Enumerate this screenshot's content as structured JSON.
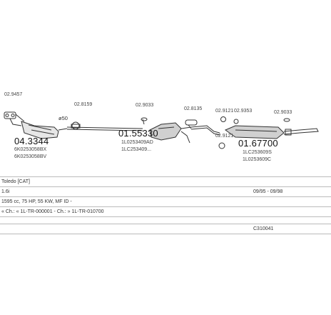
{
  "parts": {
    "refs": {
      "r1": "02.9457",
      "r2": "02.8159",
      "r3": "02.9033",
      "r4": "02.8135",
      "r5": "02.9121",
      "r6": "02.9353",
      "r7": "02.9033",
      "r8": "02.9121"
    },
    "diameter_label": "ø50",
    "cat": {
      "number": "04.3344",
      "oem1": "6K0253058BX",
      "oem2": "6K0253058BV"
    },
    "front": {
      "number": "01.55330",
      "oem1": "1L0253409AD",
      "oem2": "1LC253409..."
    },
    "rear": {
      "number": "01.67700",
      "oem1": "1LC253609S",
      "oem2": "1L0253609C"
    }
  },
  "info": {
    "model": "Toledo  [CAT]",
    "engine": "1.6i",
    "dates": "09/95 - 09/98",
    "spec": "1595 cc, 75 HP, 55 KW, MF ID -",
    "chassis": "« Ch.: « 1L-TR-000001 - Ch.: » 1L-TR-010700",
    "code": "C310041"
  }
}
